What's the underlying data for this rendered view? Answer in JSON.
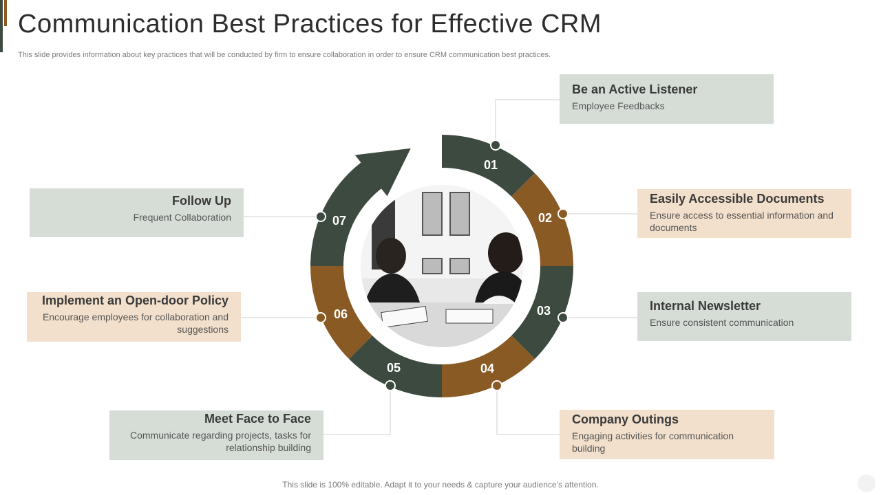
{
  "title": "Communication Best Practices for Effective CRM",
  "subtitle": "This slide provides information about key practices that will be conducted by firm to ensure collaboration in order to ensure CRM communication best practices.",
  "footer": "This slide is 100% editable. Adapt it to your needs & capture your audience’s attention.",
  "colors": {
    "dark": "#3d4a3f",
    "brown": "#8a5a24",
    "gray_box": "#d6ddd7",
    "peach_box": "#f2e0cc"
  },
  "segments": [
    {
      "num": "01",
      "color": "dark"
    },
    {
      "num": "02",
      "color": "brown"
    },
    {
      "num": "03",
      "color": "dark"
    },
    {
      "num": "04",
      "color": "brown"
    },
    {
      "num": "05",
      "color": "dark"
    },
    {
      "num": "06",
      "color": "brown"
    },
    {
      "num": "07",
      "color": "dark"
    }
  ],
  "practices": [
    {
      "title": "Be an Active Listener",
      "desc": "Employee Feedbacks"
    },
    {
      "title": "Easily Accessible Documents",
      "desc": "Ensure access to essential information and documents"
    },
    {
      "title": "Internal Newsletter",
      "desc": "Ensure consistent communication"
    },
    {
      "title": "Company Outings",
      "desc": "Engaging activities for communication building"
    },
    {
      "title": "Meet Face to Face",
      "desc": "Communicate regarding projects, tasks for relationship building"
    },
    {
      "title": "Implement an Open-door Policy",
      "desc": "Encourage employees for collaboration and suggestions"
    },
    {
      "title": "Follow Up",
      "desc": "Frequent Collaboration"
    }
  ]
}
